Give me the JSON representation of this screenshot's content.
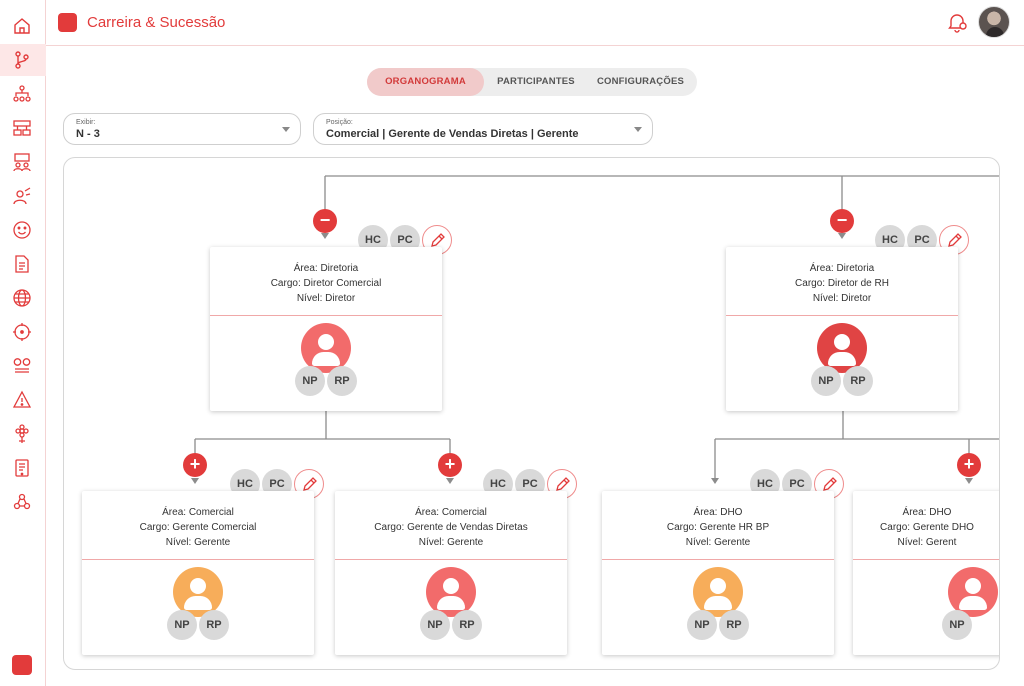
{
  "app": {
    "title": "Carreira & Sucessão"
  },
  "colors": {
    "accent": "#e23b3b",
    "pink_person": "#f26b6b",
    "orange_person": "#f7ad5a"
  },
  "sidebar": {
    "items": [
      {
        "icon": "home-icon"
      },
      {
        "icon": "org-branch-icon",
        "active": true
      },
      {
        "icon": "hierarchy-icon"
      },
      {
        "icon": "structure-icon"
      },
      {
        "icon": "team-icon"
      },
      {
        "icon": "career-icon"
      },
      {
        "icon": "smiley-icon"
      },
      {
        "icon": "document-icon"
      },
      {
        "icon": "globe-icon"
      },
      {
        "icon": "target-icon"
      },
      {
        "icon": "settings-pair-icon"
      },
      {
        "icon": "warning-icon"
      },
      {
        "icon": "flower-icon"
      },
      {
        "icon": "tablet-icon"
      },
      {
        "icon": "recycle-icon"
      }
    ]
  },
  "tabs": [
    {
      "label": "ORGANOGRAMA",
      "active": true
    },
    {
      "label": "PARTICIPANTES"
    },
    {
      "label": "CONFIGURAÇÕES"
    }
  ],
  "filters": {
    "exibir": {
      "label": "Exibir:",
      "value": "N - 3"
    },
    "posicao": {
      "label": "Posição:",
      "value": "Comercial | Gerente de Vendas Diretas | Gerente"
    }
  },
  "chips": {
    "hc": "HC",
    "pc": "PC",
    "np": "NP",
    "rp": "RP"
  },
  "toggles": {
    "minus": "−",
    "plus": "+"
  },
  "cards": [
    {
      "area": "Área: Diretoria",
      "cargo": "Cargo: Diretor Comercial",
      "nivel": "Nível: Diretor",
      "avatar_color": "#f26b6b"
    },
    {
      "area": "Área: Diretoria",
      "cargo": "Cargo: Diretor de RH",
      "nivel": "Nível: Diretor",
      "avatar_color": "#e04444"
    },
    {
      "area": "Área: Comercial",
      "cargo": "Cargo: Gerente Comercial",
      "nivel": "Nível: Gerente",
      "avatar_color": "#f7ad5a"
    },
    {
      "area": "Área: Comercial",
      "cargo": "Cargo: Gerente de Vendas Diretas",
      "nivel": "Nível: Gerente",
      "avatar_color": "#f26b6b"
    },
    {
      "area": "Área: DHO",
      "cargo": "Cargo: Gerente HR BP",
      "nivel": "Nível: Gerente",
      "avatar_color": "#f7ad5a"
    },
    {
      "area": "Área: DHO",
      "cargo": "Cargo: Gerente DHO",
      "nivel": "Nível: Gerent",
      "avatar_color": "#f26b6b"
    }
  ]
}
